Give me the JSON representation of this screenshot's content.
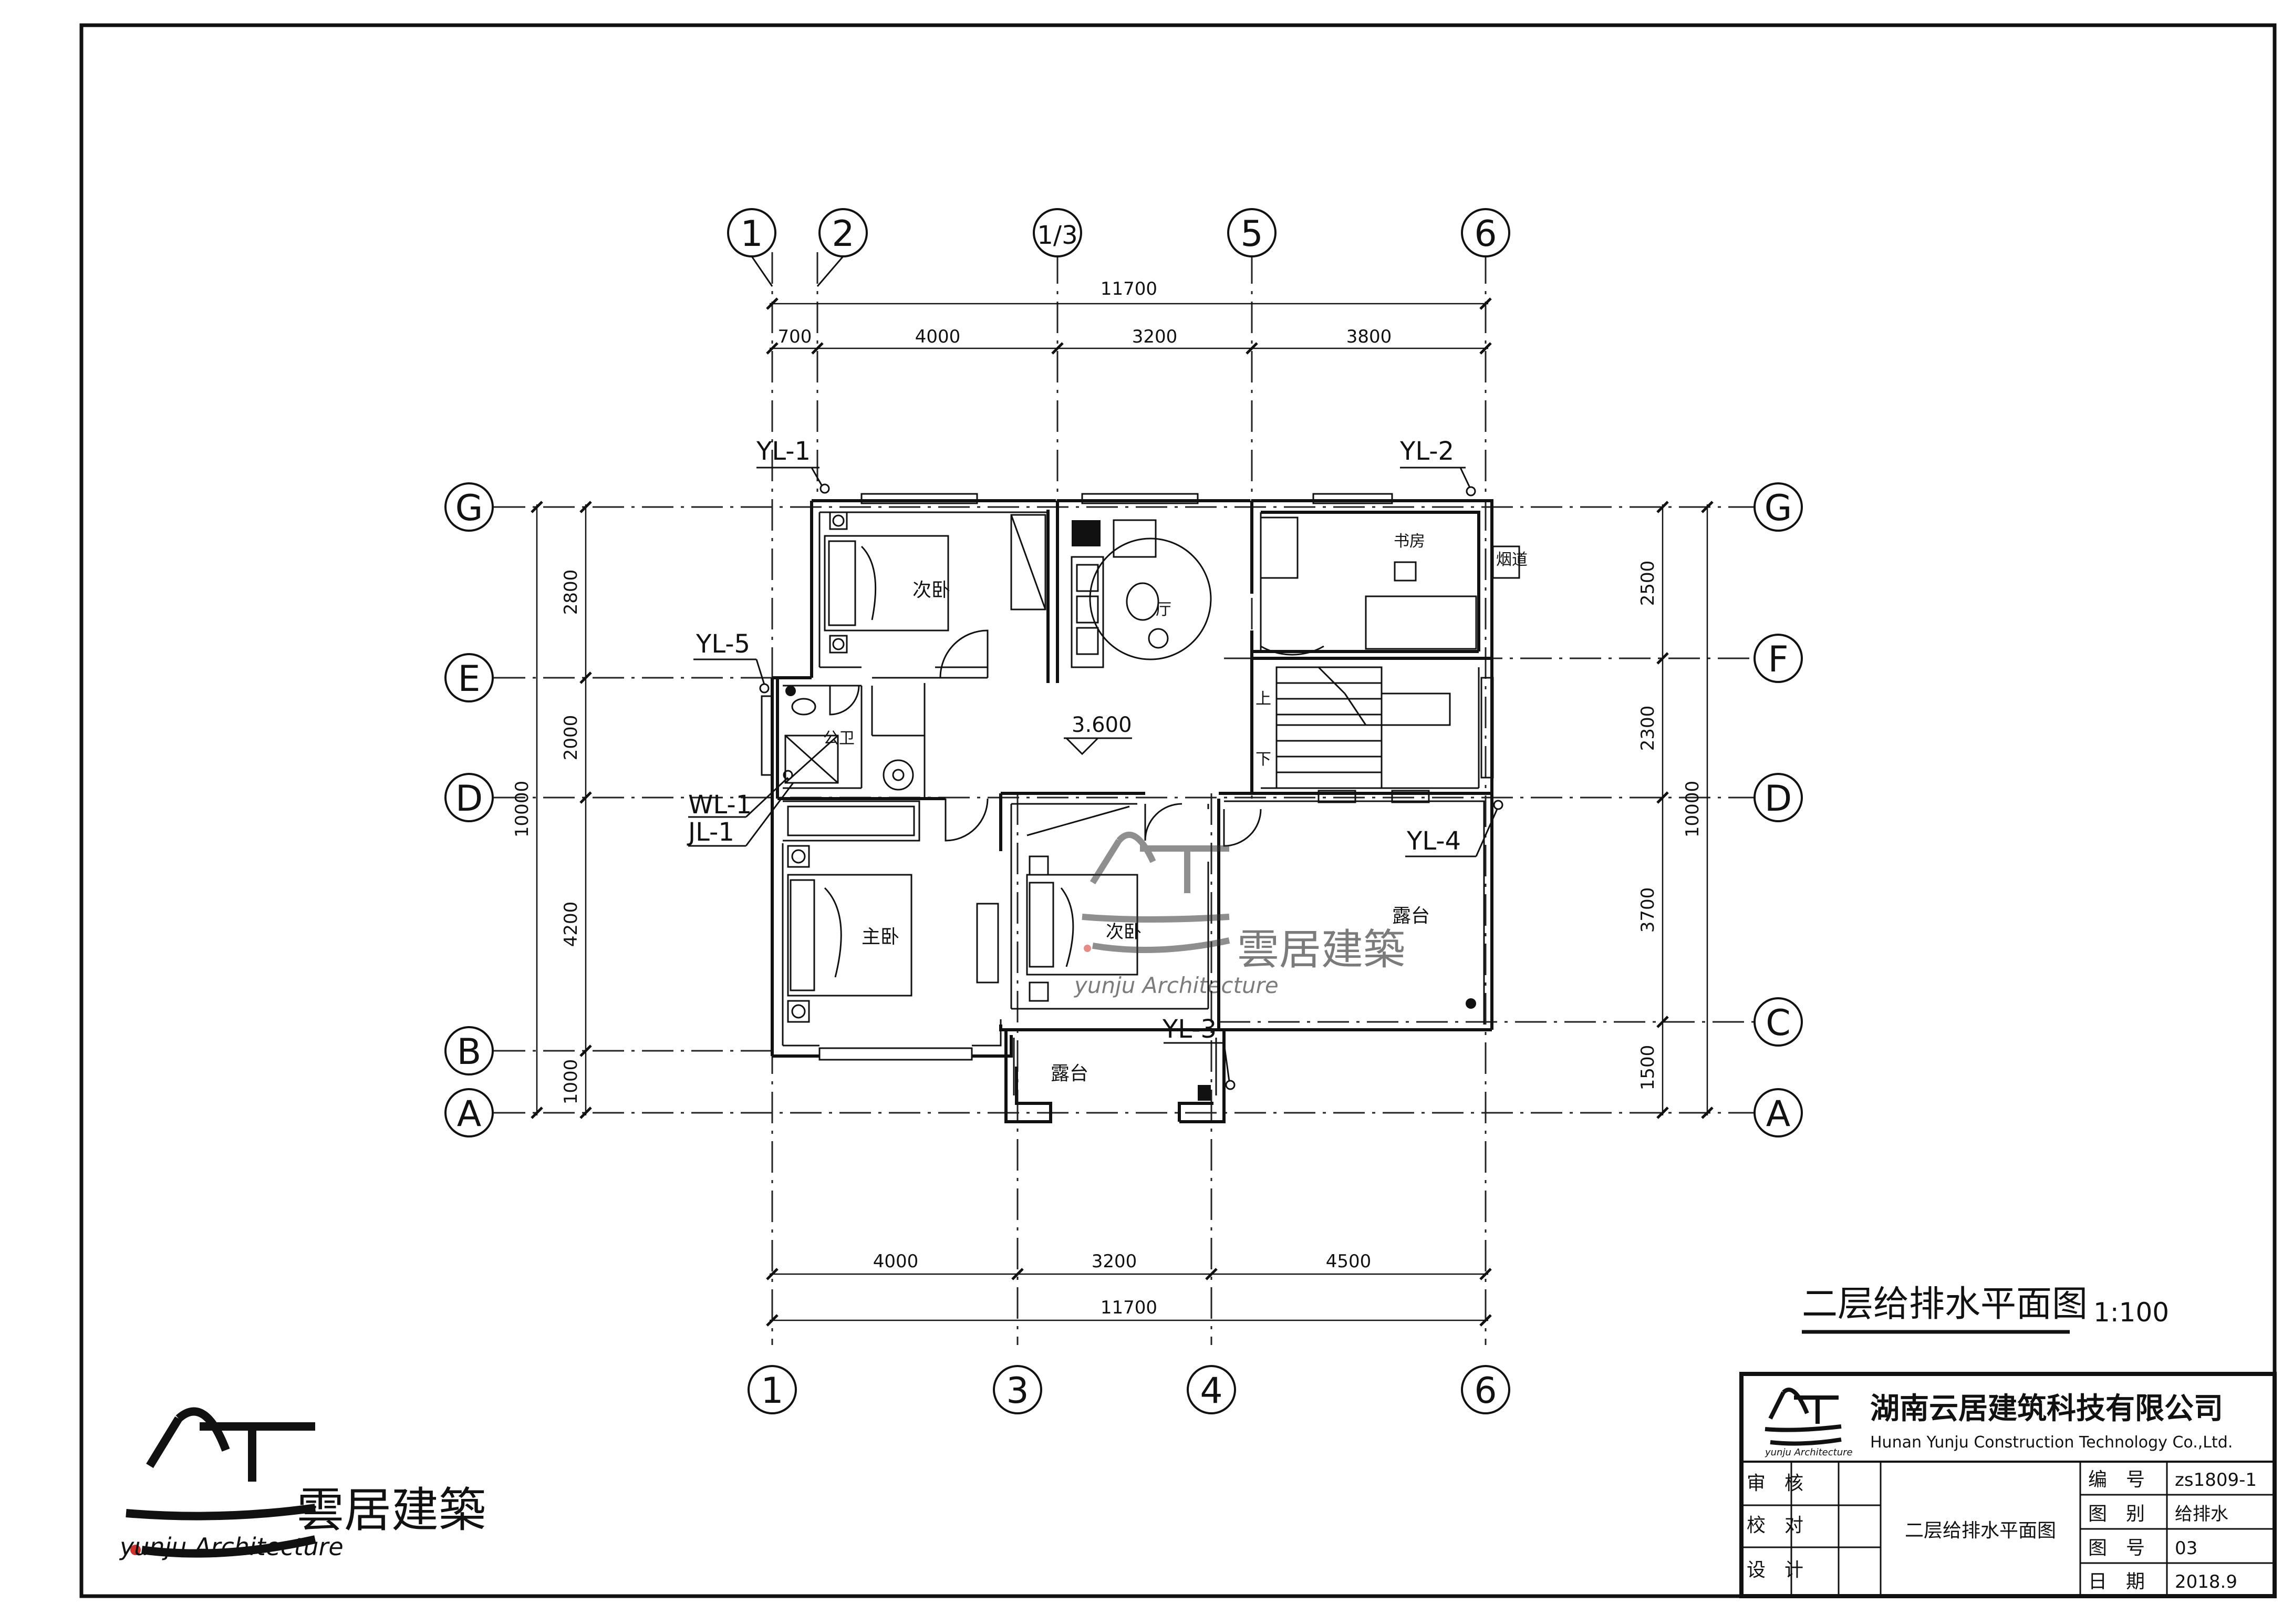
{
  "drawing": {
    "title": "二层给排水平面图",
    "scale": "1:100",
    "elevation": "3.600",
    "axes_top": [
      "1",
      "2",
      "1/3",
      "5",
      "6"
    ],
    "axes_bottom": [
      "1",
      "3",
      "4",
      "6"
    ],
    "axes_left": [
      "G",
      "E",
      "D",
      "B",
      "A"
    ],
    "axes_right": [
      "G",
      "F",
      "D",
      "C",
      "A"
    ],
    "dims_top_total": "11700",
    "dims_top": [
      "700",
      "4000",
      "3200",
      "3800"
    ],
    "dims_bottom": [
      "4000",
      "3200",
      "4500"
    ],
    "dims_bottom_total": "11700",
    "dims_left": [
      "2800",
      "2000",
      "4200",
      "1000"
    ],
    "dims_left_total": "10000",
    "dims_right": [
      "2500",
      "2300",
      "3700",
      "1500"
    ],
    "dims_right_total": "10000",
    "pipes": [
      "YL-1",
      "YL-2",
      "YL-5",
      "WL-1",
      "JL-1",
      "YL-4",
      "YL-3"
    ],
    "rooms": {
      "bedroom_nw": "次卧",
      "study": "书房",
      "chimney": "烟道",
      "living_hall": "厅",
      "bath": "公卫",
      "master": "主卧",
      "bedroom_mid": "次卧",
      "terrace_e": "露台",
      "terrace_s": "露台"
    },
    "stair_up": "上",
    "stair_down": "下"
  },
  "title_block": {
    "company_cn": "湖南云居建筑科技有限公司",
    "company_en": "Hunan Yunju Construction Technology Co.,Ltd.",
    "logo_small": "yunju Architecture",
    "review_label": "审　核",
    "check_label": "校　对",
    "design_label": "设　计",
    "drawing_name": "二层给排水平面图",
    "fields": [
      {
        "label": "编　号",
        "value": "zs1809-1"
      },
      {
        "label": "图　别",
        "value": "给排水"
      },
      {
        "label": "图　号",
        "value": "03"
      },
      {
        "label": "日　期",
        "value": "2018.9"
      }
    ]
  },
  "logo": {
    "cn": "雲居建築",
    "en": "yunju Architecture",
    "accent": "#d0302a"
  }
}
